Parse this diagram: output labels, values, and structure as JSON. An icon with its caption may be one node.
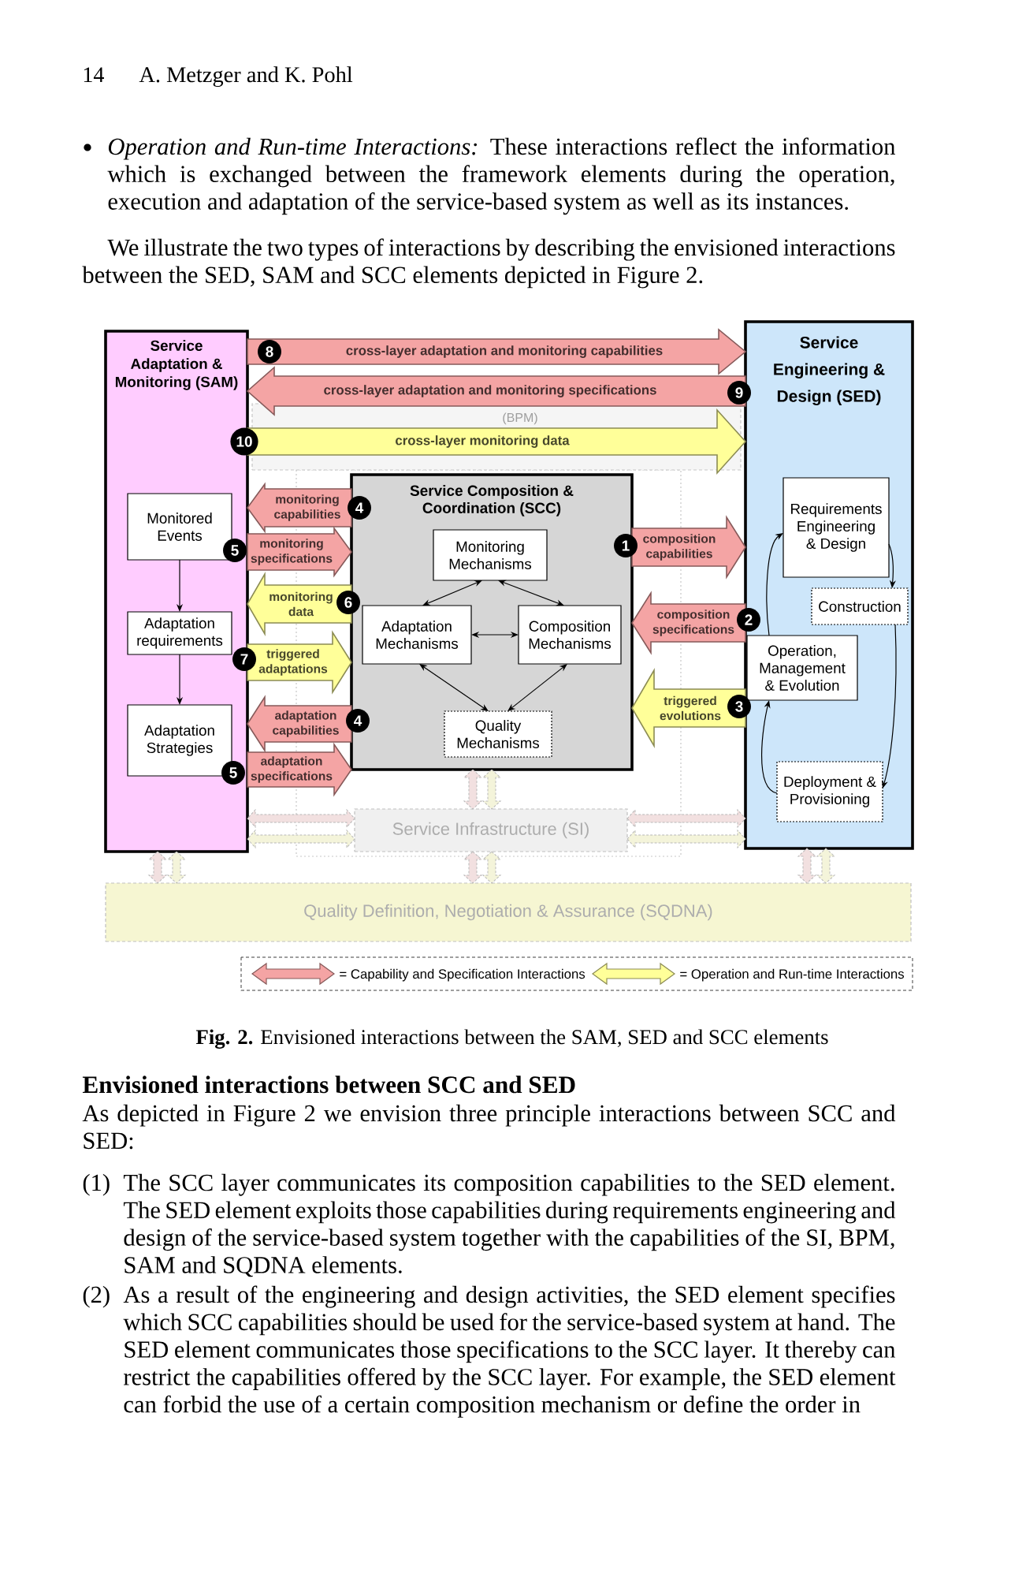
{
  "diagram": {
    "caption": "**Fig. 2.** Envisioned interactions between the SAM, SED and SCC elements",
    "nodes": [
      {
        "text": [
          "Service Adaptation & Monitoring (SAM)"
        ]
      },
      {
        "text": [
          "Monitored Events"
        ],
        "in": 0
      },
      {
        "text": [
          "Adaptation requirements"
        ],
        "in": 0
      },
      {
        "text": [
          "Adaptation Strategies"
        ],
        "in": 0
      },
      {
        "text": [
          "Service Engineering & Design (SED)"
        ]
      },
      {
        "text": [
          "Requirements Engineering & Design"
        ],
        "in": 4
      },
      {
        "text": [
          "Construction"
        ],
        "in": 4
      },
      {
        "text": [
          "Operation, Management & Evolution"
        ],
        "in": 4
      },
      {
        "text": [
          "Deployment & Provisioning"
        ],
        "in": 4
      },
      {
        "text": [
          "(BPM)"
        ]
      },
      {
        "text": [
          "Service Composition & Coordination (SCC)"
        ]
      },
      {
        "text": [
          "Monitoring Mechanisms"
        ],
        "in": 10
      },
      {
        "text": [
          "Adaptation Mechanisms"
        ],
        "in": 10
      },
      {
        "text": [
          "Composition Mechanisms"
        ],
        "in": 10
      },
      {
        "text": [
          "Quality Mechanisms"
        ],
        "in": 10
      },
      {
        "text": [
          "Service Infrastructure (SI)"
        ]
      },
      {
        "text": [
          "Quality Definition, Negotiation & Assurance (SQDNA)"
        ]
      }
    ],
    "edges": [
      {
        "from": 0,
        "to": 4,
        "arrow": "to",
        "label": "cross-layer adaptation and monitoring capabilities",
        "style": "thick",
        "color": "#f4a4a4"
      },
      {
        "from": 4,
        "to": 0,
        "arrow": "to",
        "label": "cross-layer adaptation and monitoring specifications",
        "style": "thick",
        "color": "#f4a4a4"
      },
      {
        "from": 0,
        "to": 4,
        "arrow": "to",
        "label": "cross-layer monitoring data",
        "style": "thick",
        "color": "#ffff99"
      },
      {
        "from": 10,
        "to": 0,
        "arrow": "to",
        "label": "monitoring capabilities",
        "style": "thick",
        "color": "#f4a4a4"
      },
      {
        "from": 0,
        "to": 10,
        "arrow": "to",
        "label": "monitoring specifications",
        "style": "thick",
        "color": "#f4a4a4"
      },
      {
        "from": 10,
        "to": 0,
        "arrow": "to",
        "label": "monitoring data",
        "style": "thick",
        "color": "#ffff99"
      },
      {
        "from": 0,
        "to": 10,
        "arrow": "to",
        "label": "triggered adaptations",
        "style": "thick",
        "color": "#ffff99"
      },
      {
        "from": 10,
        "to": 0,
        "arrow": "to",
        "label": "adaptation capabilities",
        "style": "thick",
        "color": "#f4a4a4"
      },
      {
        "from": 0,
        "to": 10,
        "arrow": "to",
        "label": "adaptation specifications",
        "style": "thick",
        "color": "#f4a4a4"
      },
      {
        "from": 10,
        "to": 4,
        "arrow": "to",
        "label": "composition capabilities",
        "style": "thick",
        "color": "#f4a4a4"
      },
      {
        "from": 4,
        "to": 10,
        "arrow": "to",
        "label": "composition specifications",
        "style": "thick",
        "color": "#f4a4a4"
      },
      {
        "from": 4,
        "to": 10,
        "arrow": "to",
        "label": "triggered evolutions",
        "style": "thick",
        "color": "#ffff99"
      },
      {
        "from": 1,
        "to": 2,
        "arrow": "to"
      },
      {
        "from": 2,
        "to": 3,
        "arrow": "to"
      },
      {
        "from": 5,
        "to": 6,
        "arrow": "to"
      },
      {
        "from": 6,
        "to": 8,
        "arrow": "to"
      },
      {
        "from": 8,
        "to": 7,
        "arrow": "to"
      },
      {
        "from": 7,
        "to": 5,
        "arrow": "to"
      },
      {
        "from": 11,
        "to": 12,
        "arrow": "both"
      },
      {
        "from": 11,
        "to": 13,
        "arrow": "both"
      },
      {
        "from": 12,
        "to": 13,
        "arrow": "both"
      },
      {
        "from": 12,
        "to": 14,
        "arrow": "both"
      },
      {
        "from": 13,
        "to": 14,
        "arrow": "both"
      },
      {
        "from": 10,
        "to": 15,
        "arrow": "both",
        "style": "dashed",
        "color": "#f2e0e0"
      },
      {
        "from": 10,
        "to": 15,
        "arrow": "both",
        "style": "dashed",
        "color": "#f4f4da"
      },
      {
        "from": 15,
        "to": 0,
        "arrow": "both",
        "style": "dashed",
        "color": "#f2e0e0"
      },
      {
        "from": 15,
        "to": 0,
        "arrow": "both",
        "style": "dashed",
        "color": "#f4f4da"
      },
      {
        "from": 15,
        "to": 4,
        "arrow": "both",
        "style": "dashed",
        "color": "#f2e0e0"
      },
      {
        "from": 15,
        "to": 4,
        "arrow": "both",
        "style": "dashed",
        "color": "#f4f4da"
      },
      {
        "from": 0,
        "to": 16,
        "arrow": "both",
        "style": "dashed",
        "color": "#f2e0e0"
      },
      {
        "from": 0,
        "to": 16,
        "arrow": "both",
        "style": "dashed",
        "color": "#f4f4da"
      },
      {
        "from": 15,
        "to": 16,
        "arrow": "both",
        "style": "dashed",
        "color": "#f2e0e0"
      },
      {
        "from": 15,
        "to": 16,
        "arrow": "both",
        "style": "dashed",
        "color": "#f4f4da"
      },
      {
        "from": 4,
        "to": 16,
        "arrow": "both",
        "style": "dashed",
        "color": "#f2e0e0"
      },
      {
        "from": 4,
        "to": 16,
        "arrow": "both",
        "style": "dashed",
        "color": "#f4f4da"
      }
    ],
    "labels": [
      "14",
      "A. Metzger and K. Pohl",
      "*Operation and Run-time Interactions:* These interactions reflect the information which is exchanged between the framework elements during the operation, execution and adaptation of the service-based system as well as its instances.",
      "We illustrate the two types of interactions by describing the envisioned interactions between the SED, SAM and SCC elements depicted in Figure 2.",
      "8",
      "9",
      "10",
      "4",
      "1",
      "5",
      "6",
      "2",
      "7",
      "3",
      "4",
      "5",
      "Envisioned interactions between SCC and SED",
      "As depicted in Figure 2 we envision three principle interactions between SCC and SED:",
      "(1)",
      "The SCC layer communicates its composition capabilities to the SED element. The SED element exploits those capabilities during requirements engineering and design of the service-based system together with the capabilities of the SI, BPM, SAM and SQDNA elements.",
      "(2)",
      "As a result of the engineering and design activities, the SED element specifies which SCC capabilities should be used for the service-based system at hand. The SED element communicates those specifications to the SCC layer. It thereby can restrict the capabilities offered by the SCC layer. For example, the SED element can forbid the use of a certain composition mechanism or define the order in"
    ],
    "legend": [
      {
        "text": "= Capability and Specification Interactions"
      },
      {
        "text": "= Operation and Run-time Interactions"
      }
    ]
  }
}
